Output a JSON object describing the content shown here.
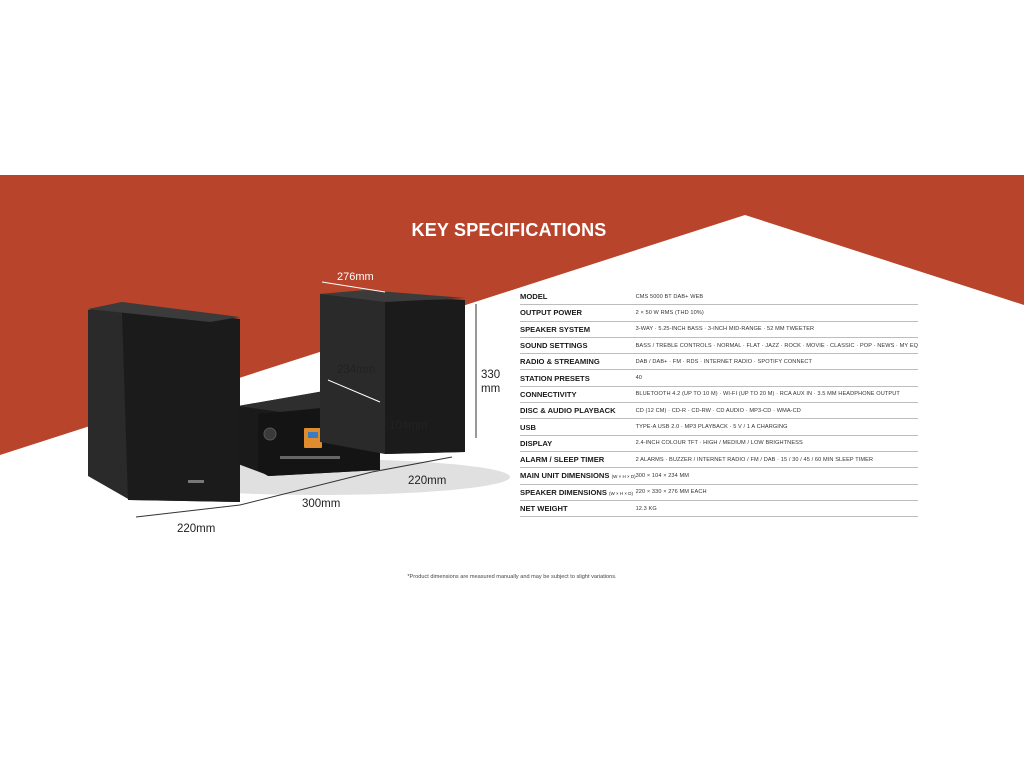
{
  "colors": {
    "brand_red": "#b7442b",
    "white": "#ffffff"
  },
  "title": "KEY SPECIFICATIONS",
  "dimensions": {
    "speaker_depth": "276mm",
    "main_depth": "234mm",
    "speaker_height_num": "330",
    "speaker_height_unit": "mm",
    "main_height": "104mm",
    "main_width": "300mm",
    "speaker_width_left": "220mm",
    "speaker_width_right": "220mm"
  },
  "specs": [
    {
      "label": "MODEL",
      "value": "CMS 5000 BT DAB+ WEB"
    },
    {
      "label": "OUTPUT POWER",
      "value": "2 × 50 W RMS (THD 10%)"
    },
    {
      "label": "SPEAKER SYSTEM",
      "value": "3-WAY · 5.25-INCH BASS · 3-INCH MID-RANGE · 52 MM TWEETER"
    },
    {
      "label": "SOUND SETTINGS",
      "value": "BASS / TREBLE CONTROLS · NORMAL · FLAT · JAZZ · ROCK · MOVIE · CLASSIC · POP · NEWS · MY EQ"
    },
    {
      "label": "RADIO & STREAMING",
      "value": "DAB / DAB+ · FM · RDS · INTERNET RADIO · SPOTIFY CONNECT"
    },
    {
      "label": "STATION PRESETS",
      "value": "40"
    },
    {
      "label": "CONNECTIVITY",
      "value": "BLUETOOTH 4.2 (UP TO 10 M) · WI-FI (UP TO 20 M) · RCA AUX IN · 3.5 MM HEADPHONE OUTPUT"
    },
    {
      "label": "DISC & AUDIO PLAYBACK",
      "value": "CD (12 CM) · CD-R · CD-RW · CD AUDIO · MP3-CD · WMA-CD"
    },
    {
      "label": "USB",
      "value": "TYPE-A USB 2.0 · MP3 PLAYBACK · 5 V / 1 A CHARGING"
    },
    {
      "label": "DISPLAY",
      "value": "2.4-INCH COLOUR TFT · HIGH / MEDIUM / LOW BRIGHTNESS"
    },
    {
      "label": "ALARM / SLEEP TIMER",
      "value": "2 ALARMS · BUZZER / INTERNET RADIO / FM / DAB · 15 / 30 / 45 / 60 MIN SLEEP TIMER"
    },
    {
      "label": "MAIN UNIT DIMENSIONS",
      "label_small": "(W × H × D)",
      "value": "300 × 104 × 234 MM"
    },
    {
      "label": "SPEAKER DIMENSIONS",
      "label_small": "(W × H × D)",
      "value": "220 × 330 × 276 MM EACH"
    },
    {
      "label": "NET WEIGHT",
      "value": "12.3 KG"
    }
  ],
  "footnote": "*Product dimensions are measured manually and may be subject to slight variations."
}
